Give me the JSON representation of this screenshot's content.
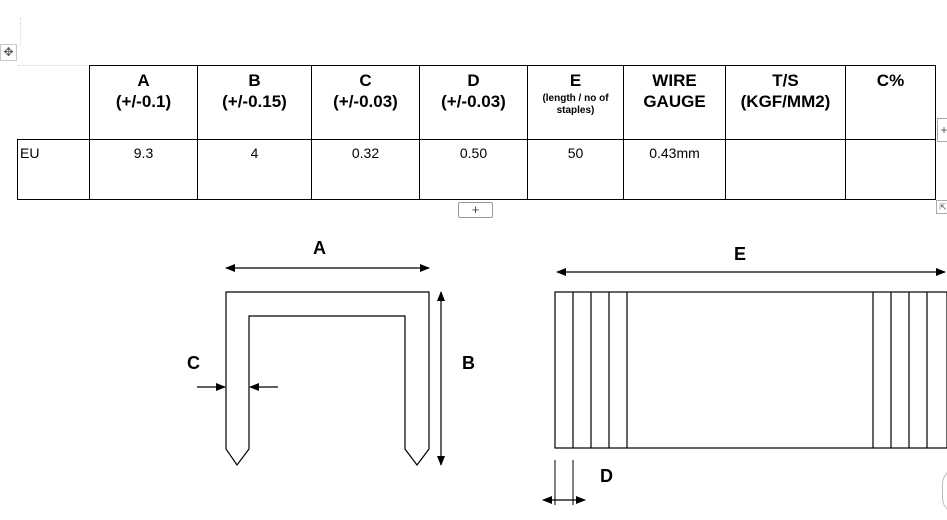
{
  "table": {
    "headers": [
      {
        "key": "row_label",
        "line1": "",
        "line2": "",
        "small": ""
      },
      {
        "key": "a",
        "line1": "A",
        "line2": "(+/-0.1)",
        "small": ""
      },
      {
        "key": "b",
        "line1": "B",
        "line2": "(+/-0.15)",
        "small": ""
      },
      {
        "key": "c",
        "line1": "C",
        "line2": "(+/-0.03)",
        "small": ""
      },
      {
        "key": "d",
        "line1": "D",
        "line2": "(+/-0.03)",
        "small": ""
      },
      {
        "key": "e",
        "line1": "E",
        "line2": "",
        "small": "(length / no of staples)"
      },
      {
        "key": "wire",
        "line1": "WIRE",
        "line2": "GAUGE",
        "small": ""
      },
      {
        "key": "ts",
        "line1": "T/S",
        "line2": "(KGF/MM2)",
        "small": ""
      },
      {
        "key": "c_pct",
        "line1": "C%",
        "line2": "",
        "small": ""
      }
    ],
    "rows": [
      {
        "label": "EU",
        "a": "9.3",
        "b": "4",
        "c": "0.32",
        "d": "0.50",
        "e": "50",
        "wire": "0.43mm",
        "ts": "",
        "c_pct": ""
      }
    ]
  },
  "controls": {
    "move_handle_icon": "move-arrows-icon",
    "add_row_label": "+",
    "edge_add_label": "+",
    "resize_icon": "resize-corner-icon"
  },
  "drawing": {
    "label_a": "A",
    "label_b": "B",
    "label_c": "C",
    "label_d": "D",
    "label_e": "E"
  }
}
